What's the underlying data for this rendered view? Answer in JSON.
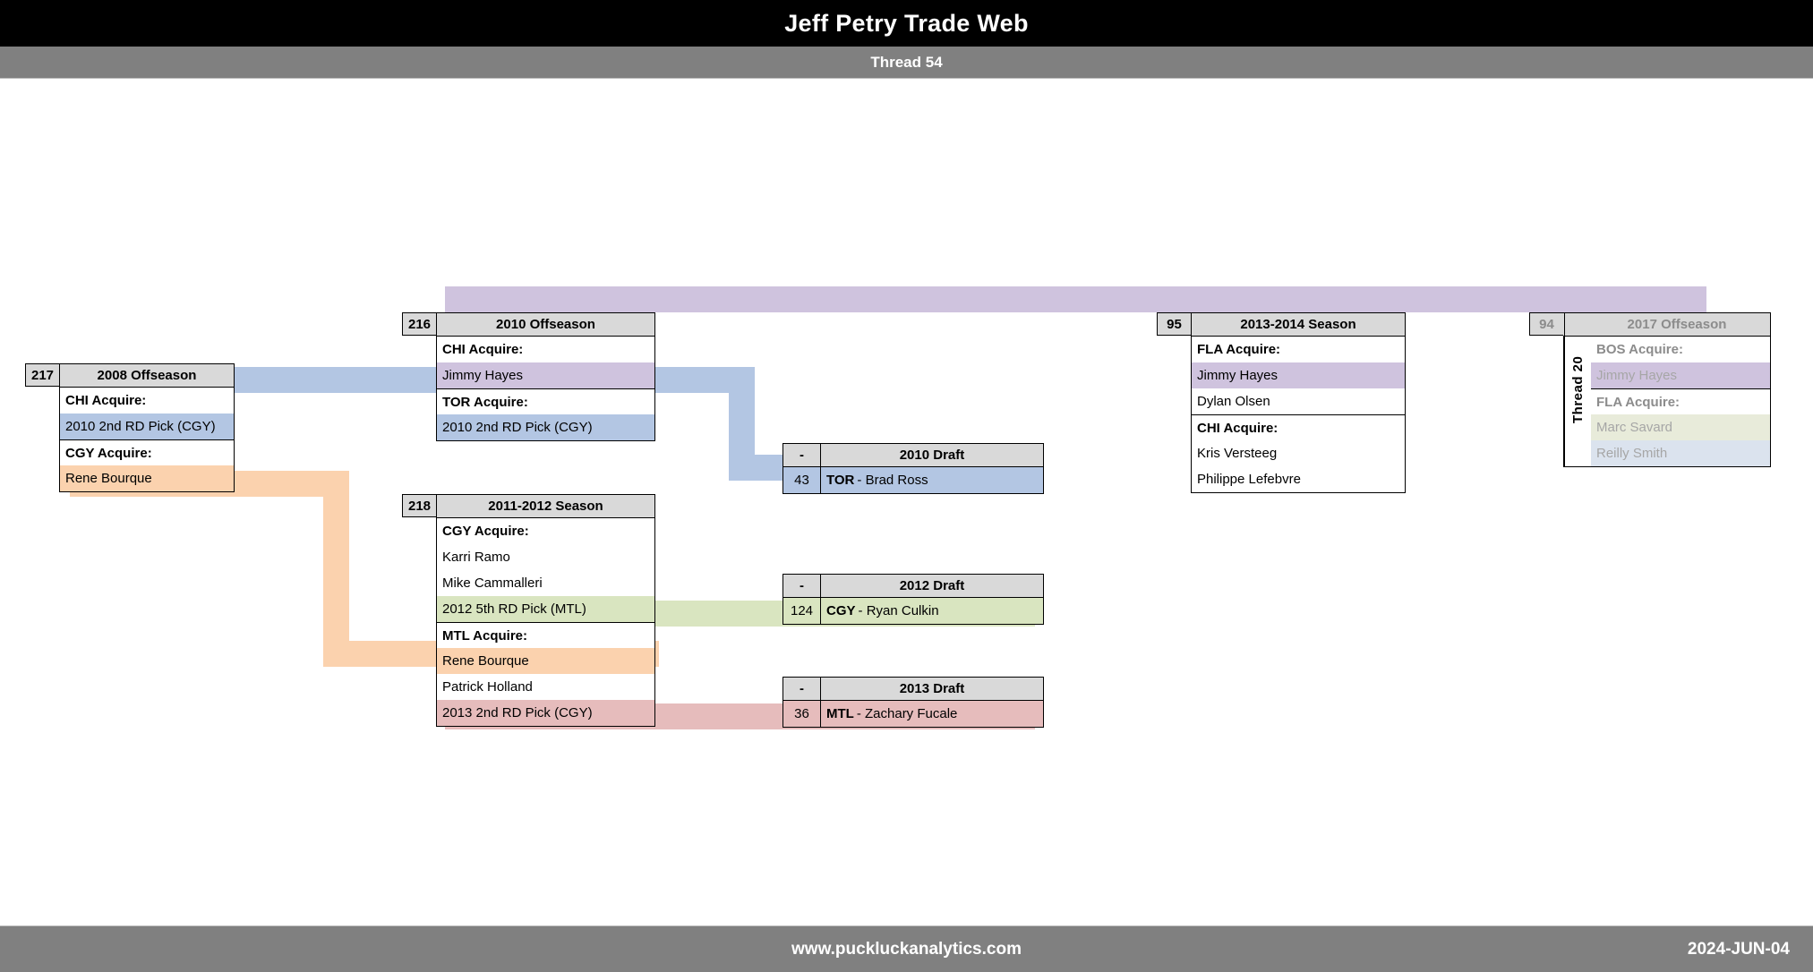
{
  "header": {
    "title": "Jeff Petry Trade Web",
    "subtitle": "Thread 54"
  },
  "footer": {
    "site": "www.puckluckanalytics.com",
    "date": "2024-JUN-04"
  },
  "colors": {
    "blue": "#b3c6e3",
    "orange": "#fbd2ae",
    "purple": "#cfc3de",
    "green": "#d9e5c0",
    "red": "#e6bcbc",
    "header_bg": "#000000",
    "subheader_bg": "#808080",
    "node_header_bg": "#d9d9d9",
    "border": "#000000",
    "muted_text": "#a6a6a6"
  },
  "nodes": [
    {
      "id": "217",
      "title": "2008 Offseason",
      "rows": [
        {
          "text": "CHI Acquire:",
          "type": "header",
          "fill": "none"
        },
        {
          "text": "2010 2nd RD Pick (CGY)",
          "type": "item",
          "fill": "blue"
        },
        {
          "text": "CGY Acquire:",
          "type": "header",
          "fill": "none"
        },
        {
          "text": "Rene Bourque",
          "type": "item",
          "fill": "orange"
        }
      ]
    },
    {
      "id": "216",
      "title": "2010 Offseason",
      "rows": [
        {
          "text": "CHI Acquire:",
          "type": "header",
          "fill": "none"
        },
        {
          "text": "Jimmy Hayes",
          "type": "item",
          "fill": "purple"
        },
        {
          "text": "TOR Acquire:",
          "type": "header",
          "fill": "none"
        },
        {
          "text": "2010 2nd RD Pick (CGY)",
          "type": "item",
          "fill": "blue"
        }
      ]
    },
    {
      "id": "218",
      "title": "2011-2012 Season",
      "rows": [
        {
          "text": "CGY Acquire:",
          "type": "header",
          "fill": "none"
        },
        {
          "text": "Karri Ramo",
          "type": "item",
          "fill": "none"
        },
        {
          "text": "Mike Cammalleri",
          "type": "item",
          "fill": "none"
        },
        {
          "text": "2012 5th RD Pick (MTL)",
          "type": "item",
          "fill": "green"
        },
        {
          "text": "MTL Acquire:",
          "type": "header",
          "fill": "none"
        },
        {
          "text": "Rene Bourque",
          "type": "item",
          "fill": "orange"
        },
        {
          "text": "Patrick Holland",
          "type": "item",
          "fill": "none"
        },
        {
          "text": "2013 2nd RD Pick (CGY)",
          "type": "item",
          "fill": "red"
        }
      ]
    },
    {
      "id": "95",
      "title": "2013-2014 Season",
      "rows": [
        {
          "text": "FLA Acquire:",
          "type": "header",
          "fill": "none"
        },
        {
          "text": "Jimmy Hayes",
          "type": "item",
          "fill": "purple"
        },
        {
          "text": "Dylan Olsen",
          "type": "item",
          "fill": "none"
        },
        {
          "text": "CHI Acquire:",
          "type": "header",
          "fill": "none"
        },
        {
          "text": "Kris Versteeg",
          "type": "item",
          "fill": "none"
        },
        {
          "text": "Philippe Lefebvre",
          "type": "item",
          "fill": "none"
        }
      ]
    },
    {
      "id": "94",
      "title": "2017 Offseason",
      "thread_label": "Thread 20",
      "muted": true,
      "rows": [
        {
          "text": "BOS Acquire:",
          "type": "header",
          "fill": "none"
        },
        {
          "text": "Jimmy Hayes",
          "type": "item",
          "fill": "purple"
        },
        {
          "text": "FLA Acquire:",
          "type": "header",
          "fill": "none"
        },
        {
          "text": "Marc Savard",
          "type": "item",
          "fill": "green-muted"
        },
        {
          "text": "Reilly Smith",
          "type": "item",
          "fill": "blue-muted"
        }
      ]
    }
  ],
  "drafts": [
    {
      "name": "2010 Draft",
      "head_pick": "-",
      "pick": "43",
      "team": "TOR",
      "sep": "-",
      "player": "Brad Ross",
      "fill": "blue"
    },
    {
      "name": "2012 Draft",
      "head_pick": "-",
      "pick": "124",
      "team": "CGY",
      "sep": "-",
      "player": "Ryan Culkin",
      "fill": "green"
    },
    {
      "name": "2013 Draft",
      "head_pick": "-",
      "pick": "36",
      "team": "MTL",
      "sep": "-",
      "player": "Zachary Fucale",
      "fill": "red"
    }
  ]
}
